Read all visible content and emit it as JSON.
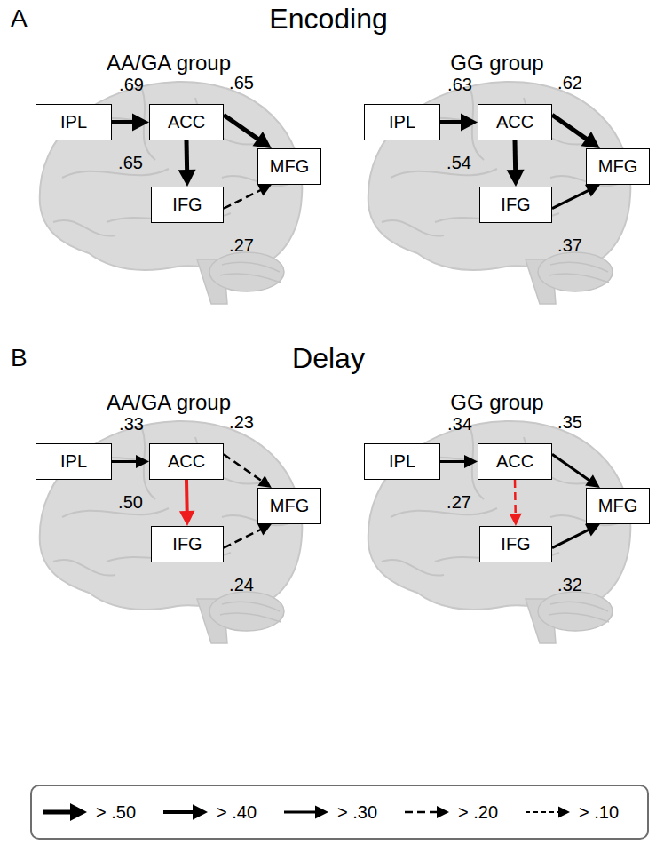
{
  "diagram": {
    "nodes": [
      {
        "text": [
          "IPL"
        ]
      },
      {
        "text": [
          "ACC"
        ]
      },
      {
        "text": [
          "MFG"
        ]
      },
      {
        "text": [
          "IFG"
        ]
      },
      {
        "text": [
          "IPL"
        ]
      },
      {
        "text": [
          "ACC"
        ]
      },
      {
        "text": [
          "MFG"
        ]
      },
      {
        "text": [
          "IFG"
        ]
      },
      {
        "text": [
          "IPL"
        ]
      },
      {
        "text": [
          "ACC"
        ]
      },
      {
        "text": [
          "MFG"
        ]
      },
      {
        "text": [
          "IFG"
        ]
      },
      {
        "text": [
          "IPL"
        ]
      },
      {
        "text": [
          "ACC"
        ]
      },
      {
        "text": [
          "MFG"
        ]
      },
      {
        "text": [
          "IFG"
        ]
      }
    ],
    "edges": [
      {
        "from": 0,
        "to": 1,
        "label": ".69",
        "arrow": "to"
      },
      {
        "from": 1,
        "to": 2,
        "label": ".65",
        "arrow": "to"
      },
      {
        "from": 1,
        "to": 3,
        "label": ".65",
        "arrow": "to"
      },
      {
        "from": 3,
        "to": 2,
        "label": ".27",
        "arrow": "to"
      },
      {
        "from": 4,
        "to": 5,
        "label": ".63",
        "arrow": "to"
      },
      {
        "from": 5,
        "to": 6,
        "label": ".62",
        "arrow": "to"
      },
      {
        "from": 5,
        "to": 7,
        "label": ".54",
        "arrow": "to"
      },
      {
        "from": 7,
        "to": 6,
        "label": ".37",
        "arrow": "to"
      },
      {
        "from": 8,
        "to": 9,
        "label": ".33",
        "arrow": "to"
      },
      {
        "from": 9,
        "to": 10,
        "label": ".23",
        "arrow": "to"
      },
      {
        "from": 9,
        "to": 11,
        "label": ".50",
        "arrow": "to"
      },
      {
        "from": 11,
        "to": 10,
        "label": ".24",
        "arrow": "to"
      },
      {
        "from": 12,
        "to": 13,
        "label": ".34",
        "arrow": "to"
      },
      {
        "from": 13,
        "to": 14,
        "label": ".35",
        "arrow": "to"
      },
      {
        "from": 13,
        "to": 15,
        "label": ".27",
        "arrow": "to"
      },
      {
        "from": 15,
        "to": 14,
        "label": ".32",
        "arrow": "to"
      }
    ],
    "labels": [
      "A",
      "Encoding",
      "AA/GA group",
      "GG group",
      "B",
      "Delay",
      "AA/GA group",
      "GG group"
    ],
    "legend": [
      {
        "text": "> .50"
      },
      {
        "text": "> .40"
      },
      {
        "text": "> .30"
      },
      {
        "text": "> .20"
      },
      {
        "text": "> .10"
      }
    ]
  }
}
